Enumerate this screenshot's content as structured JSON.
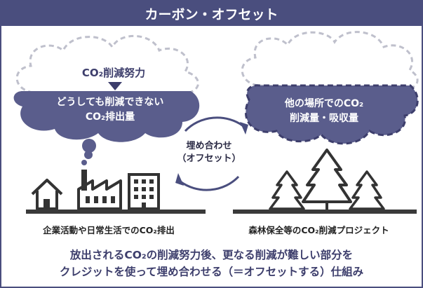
{
  "title": "カーボン・オフセット",
  "left_cloud": {
    "top_label": "CO₂削減努力",
    "bottom_line1": "どうしても削減できない",
    "bottom_line2": "CO₂排出量"
  },
  "right_cloud": {
    "line1": "他の場所でのCO₂",
    "line2": "削減量・吸収量"
  },
  "center": {
    "line1": "埋め合わせ",
    "line2": "（オフセット）"
  },
  "captions": {
    "left": "企業活動や日常生活でのCO₂排出",
    "right": "森林保全等のCO₂削減プロジェクト"
  },
  "summary": {
    "line1": "放出されるCO₂の削減努力後、更なる削減が難しい部分を",
    "line2": "クレジットを使って埋め合わせる（＝オフセットする）仕組み"
  },
  "colors": {
    "primary": "#4a4e7e",
    "cloud_fill": "#5a5d8c",
    "dashed": "#bfc0cc",
    "text_dark": "#2a2a44",
    "ground": "#3a3a3a"
  },
  "icons": [
    "house-icon",
    "factory-icon",
    "building-icon",
    "tree-icon",
    "cycle-arrows-icon",
    "smoke-icon",
    "down-arrow-icon"
  ]
}
